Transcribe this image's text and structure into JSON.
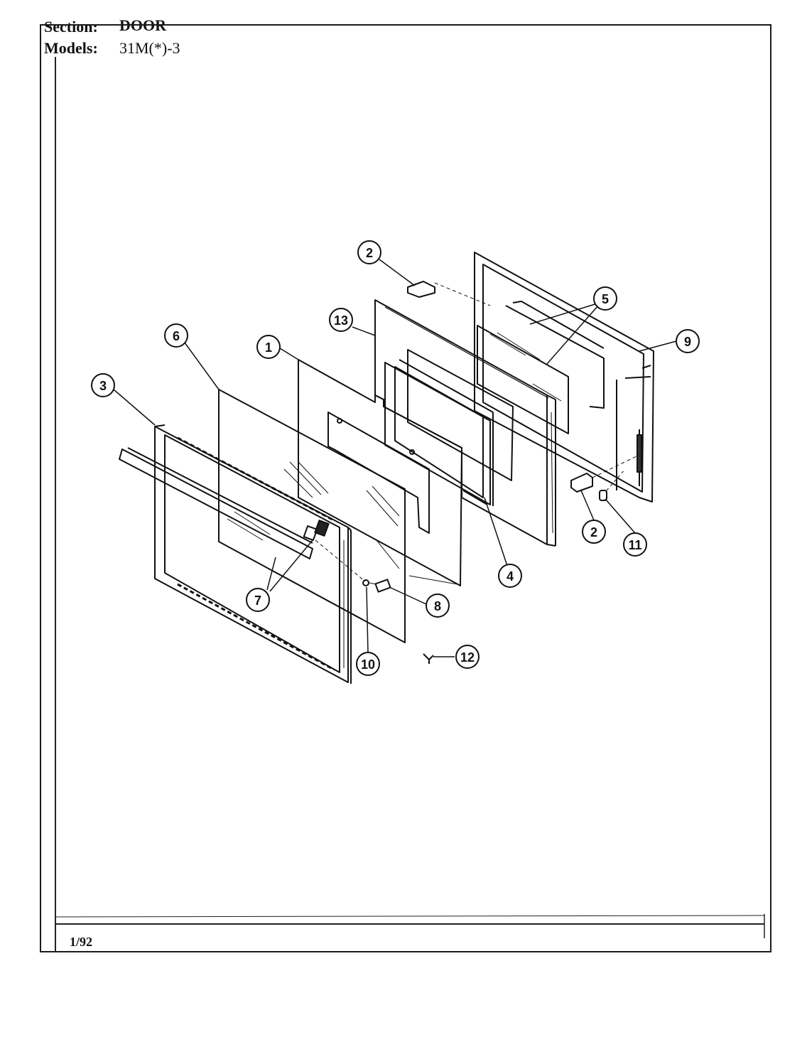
{
  "header": {
    "section_label": "Section:",
    "section_value": "DOOR",
    "models_label": "Models:",
    "models_value": "31M(*)-3"
  },
  "footer": {
    "date": "1/92"
  },
  "callouts": [
    {
      "id": "c2a",
      "label": "2"
    },
    {
      "id": "c5",
      "label": "5"
    },
    {
      "id": "c13",
      "label": "13"
    },
    {
      "id": "c9",
      "label": "9"
    },
    {
      "id": "c6",
      "label": "6"
    },
    {
      "id": "c1",
      "label": "1"
    },
    {
      "id": "c3",
      "label": "3"
    },
    {
      "id": "c2b",
      "label": "2"
    },
    {
      "id": "c11",
      "label": "11"
    },
    {
      "id": "c4",
      "label": "4"
    },
    {
      "id": "c7",
      "label": "7"
    },
    {
      "id": "c8",
      "label": "8"
    },
    {
      "id": "c10",
      "label": "10"
    },
    {
      "id": "c12",
      "label": "12"
    }
  ]
}
